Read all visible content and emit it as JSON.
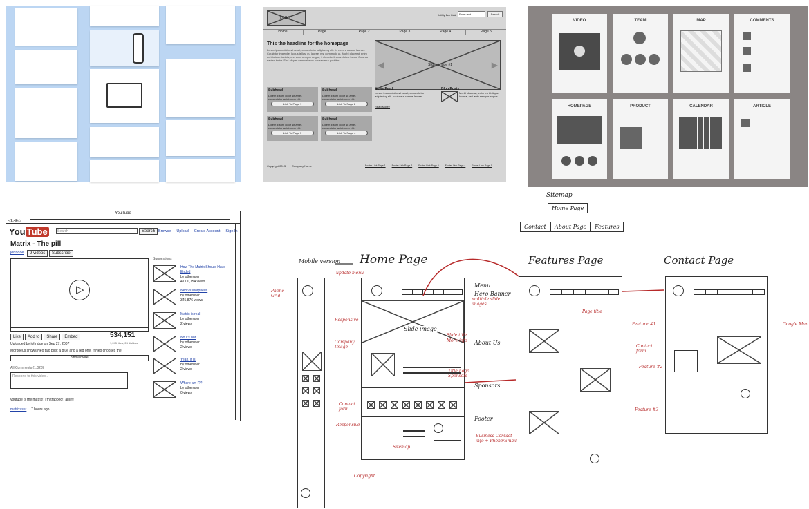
{
  "panel_wireframe_site": {
    "logo": "LOGO",
    "utility_text": "Utility Bar Link",
    "search_placeholder": "Enter text...",
    "search_button": "Search",
    "nav": [
      "Home",
      "Page 1",
      "Page 2",
      "Page 3",
      "Page 4",
      "Page 5"
    ],
    "headline": "This the headline for the homepage",
    "body": "Lorem ipsum dolor sit amet, consectetur adipiscing elit. In viverra cursus laoreet. Curabitur imperdiet luctus tellus, eu laoreet nisi commodo ut. Morbi placerat, enim eu tristique lacinia, orci ante semper augue, in hendrerit eros dui eu lacus. Cras eu sapien tortor. Sed aliquet sem vel eros consectetur porttitor.",
    "slider_label": "Slider Image #1",
    "subhead": "Subhead",
    "subhead_text": "Lorem ipsum dolor sit amet, consectetur adipiscing elit.",
    "link_buttons": [
      "Link To Page 1",
      "Link To Page 2",
      "Link To Page 3",
      "Link To Page 4"
    ],
    "news_title": "News Feed",
    "news_text": "Lorem ipsum dolor sit amet, consectetur adipiscing elit. In viverra cursus laoreet.",
    "read_more": "Read More»",
    "blog_title": "Blog Posts",
    "blog_text": "Morbi placerat, enim eu tristique lacinia, orci ante semper augue.",
    "copyright": "Copyright 2013",
    "company": "Company Name",
    "footer_links": [
      "Footer Link Page 1",
      "Footer Link Page 2",
      "Footer Link Page 3",
      "Footer Link Page 4",
      "Footer Link Page 5"
    ]
  },
  "panel_templates": {
    "titles": [
      "VIDEO",
      "TEAM",
      "MAP",
      "COMMENTS",
      "HOMEPAGE",
      "PRODUCT",
      "CALENDAR",
      "ARTICLE"
    ]
  },
  "panel_youtube": {
    "window_title": "YouTube",
    "logo_you": "You",
    "logo_tube": "Tube",
    "search_placeholder": "Search",
    "search_button": "Search",
    "top_links": [
      "Browse",
      "Upload",
      "Create Account",
      "Sign In"
    ],
    "video_title": "Matrix - The pill",
    "channel": "johndoe",
    "videos_select": "9 videos",
    "subscribe": "Subscribe",
    "actions": [
      "Like",
      "Add to",
      "Share",
      "Embed"
    ],
    "views": "534,151",
    "ratings": "1,245 likes, 24 dislikes",
    "uploaded": "Uploaded by johndoe on Sep 27, 2007",
    "description": "Morpheus shows Neo two pills: a blue and a red one. If Neo chooses the",
    "show_more": "Show more",
    "comments_header": "All Comments (1,028)",
    "comment_placeholder": "Respond to this video...",
    "comment_text": "youtube is the matrix!! I'm trapped!! aiiiii!!!",
    "comment_user": "matrixuser",
    "comment_time": "7 hours ago",
    "suggestions_header": "Suggestions",
    "suggestions": [
      {
        "title": "How The Matrix Should Have Ended",
        "by": "by otheruser",
        "views": "4,000,754 views"
      },
      {
        "title": "Neo vs Morpheus",
        "by": "by otheruser",
        "views": "345,876 views"
      },
      {
        "title": "Matrix is real",
        "by": "by otheruser",
        "views": "2 views"
      },
      {
        "title": "No it's not",
        "by": "by otheruser",
        "views": "2 views"
      },
      {
        "title": "Yeah, it is!",
        "by": "by otheruser",
        "views": "2 views"
      },
      {
        "title": "Where am I??",
        "by": "by otheruser",
        "views": "0 views"
      }
    ]
  },
  "panel_sketch": {
    "sitemap_title": "Sitemap",
    "sitemap_root": "Home Page",
    "sitemap_children": [
      "Contact",
      "About Page",
      "Features"
    ],
    "mobile_label": "Mobile version",
    "home_title": "Home Page",
    "features_title": "Features Page",
    "contact_title": "Contact Page",
    "section_labels": [
      "Menu",
      "Hero Banner",
      "About Us",
      "Sponsors",
      "Footer"
    ],
    "slide_image": "Slide image",
    "annotations": {
      "update_menu": "update menu",
      "mobile_grid": "Phone Grid",
      "responsive": "Responsive",
      "company_image": "Company Image",
      "slide_title": "Slide title",
      "more_info": "More info",
      "multiple_slides": "multiple slide images",
      "title_logo": "Title Logo Sponsors",
      "contact_form": "Contact form",
      "responsive2": "Responsive",
      "sitemap": "Sitemap",
      "copyright": "Copyright",
      "business": "Business Contact info + Phone/Email",
      "page_title": "Page title",
      "feature1": "Feature #1",
      "feature2": "Feature #2",
      "feature3": "Feature #3",
      "contact_form2": "Contact form",
      "google_map": "Google Map"
    }
  }
}
